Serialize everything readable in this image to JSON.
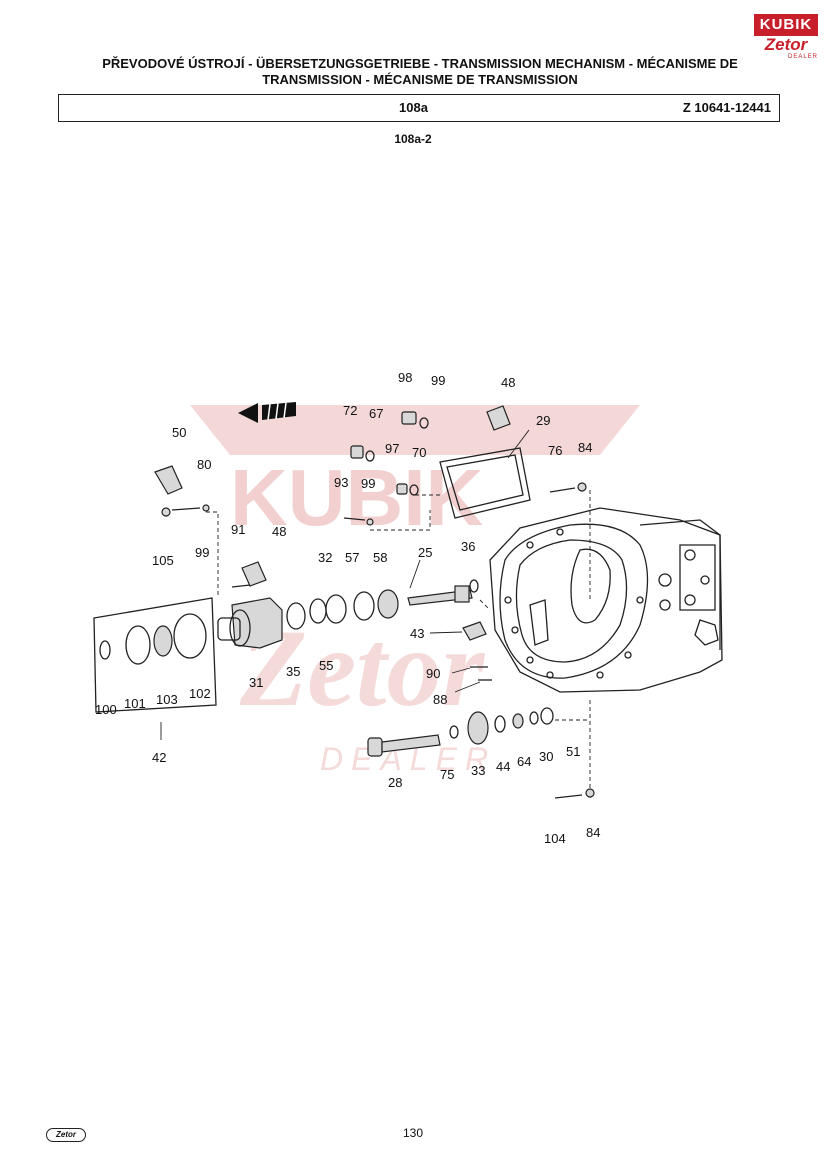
{
  "brand": {
    "top_logo_text": "KUBIK",
    "top_logo_script": "Zetor",
    "top_logo_sub": "DEALER",
    "watermark_text": "KUBIK",
    "watermark_script": "Zetor",
    "watermark_sub": "DEALER",
    "footer_logo": "Zetor",
    "accent_color": "#c8202a"
  },
  "title": "PŘEVODOVÉ ÚSTROJÍ - ÜBERSETZUNGSGETRIEBE - TRANSMISSION MECHANISM - MÉCANISME DE TRANSMISSION - MÉCANISME DE TRANSMISSION",
  "header": {
    "group_code": "108a",
    "serial_range": "Z 10641-12441"
  },
  "figure_title": "108a-2",
  "page_number": "130",
  "part_labels": {
    "p98": "98",
    "p99a": "99",
    "p48a": "48",
    "p72": "72",
    "p67": "67",
    "p29": "29",
    "p50": "50",
    "p80": "80",
    "p97": "97",
    "p70": "70",
    "p76": "76",
    "p84a": "84",
    "p93": "93",
    "p99b": "99",
    "p105": "105",
    "p99c": "99",
    "p91": "91",
    "p48b": "48",
    "p32": "32",
    "p57": "57",
    "p58": "58",
    "p25": "25",
    "p36": "36",
    "p43": "43",
    "p35": "35",
    "p55": "55",
    "p31": "31",
    "p90": "90",
    "p88": "88",
    "p100": "100",
    "p101": "101",
    "p103": "103",
    "p102": "102",
    "p42": "42",
    "p28": "28",
    "p75": "75",
    "p33": "33",
    "p44": "44",
    "p64": "64",
    "p30": "30",
    "p51": "51",
    "p104": "104",
    "p84b": "84"
  }
}
